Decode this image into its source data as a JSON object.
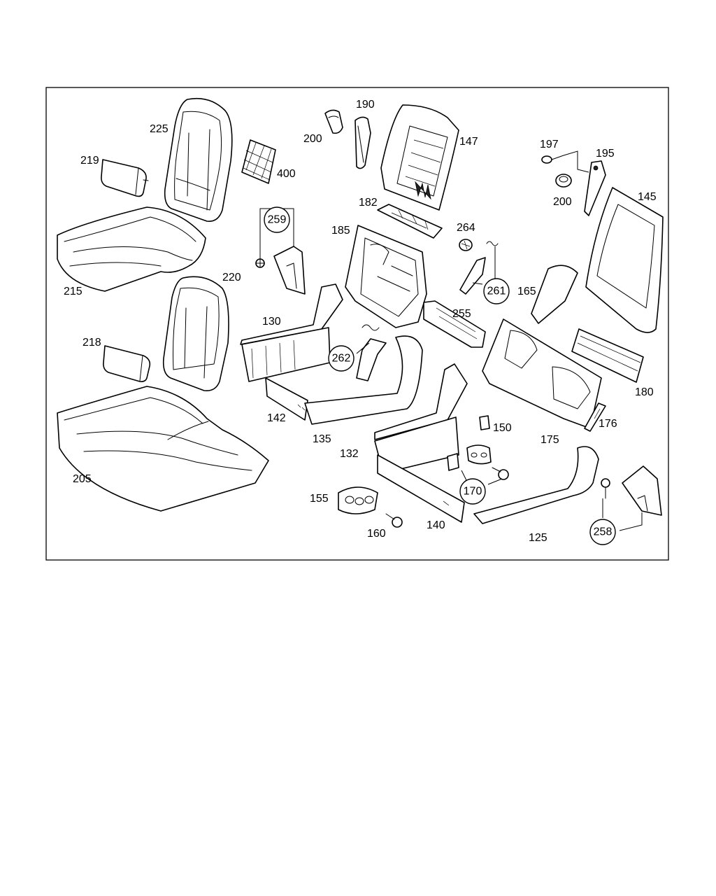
{
  "diagram": {
    "labels": {
      "p225": "225",
      "p219": "219",
      "p400": "400",
      "p215": "215",
      "p220": "220",
      "p218": "218",
      "p205": "205",
      "p200a": "200",
      "p190": "190",
      "p147": "147",
      "p197": "197",
      "p195": "195",
      "p200b": "200",
      "p145": "145",
      "p182": "182",
      "p185": "185",
      "p264": "264",
      "p130": "130",
      "p255": "255",
      "p165": "165",
      "p142": "142",
      "p135": "135",
      "p180": "180",
      "p150": "150",
      "p176": "176",
      "p175": "175",
      "p132": "132",
      "p155": "155",
      "p160": "160",
      "p140": "140",
      "p125": "125"
    },
    "circled": {
      "c259": "259",
      "c261": "261",
      "c262": "262",
      "c170": "170",
      "c258": "258"
    }
  }
}
